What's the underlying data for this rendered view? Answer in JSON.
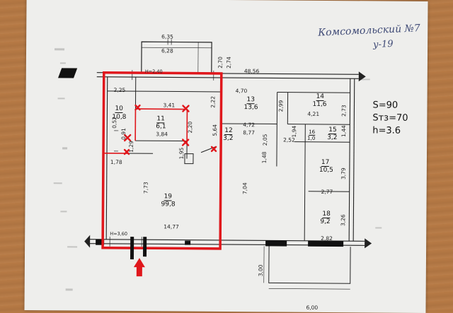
{
  "handwritten": {
    "line1": "Комсомольский №7",
    "line2": "у-19"
  },
  "stats": {
    "area": "S=90",
    "tz_area": "Sтз=70",
    "height": "h=3.6"
  },
  "rooms": [
    {
      "id": "r10",
      "number": "10",
      "area": "10,8"
    },
    {
      "id": "r11",
      "number": "11",
      "area": "6,1"
    },
    {
      "id": "r12",
      "number": "12",
      "area": "3,2"
    },
    {
      "id": "r13",
      "number": "13",
      "area": "13,6"
    },
    {
      "id": "r14",
      "number": "14",
      "area": "11,6"
    },
    {
      "id": "r15",
      "number": "15",
      "area": "3,2"
    },
    {
      "id": "r16",
      "number": "16",
      "area": "1,0"
    },
    {
      "id": "r17",
      "number": "17",
      "area": "10,5"
    },
    {
      "id": "r18",
      "number": "18",
      "area": "9,2"
    },
    {
      "id": "r19",
      "number": "19",
      "area": "99,8"
    }
  ],
  "dimensions": [
    "6,35",
    "6,28",
    "2,70",
    "2,74",
    "H=2,40",
    "48,56",
    "2,25",
    "4,70",
    "3,41",
    "2,22",
    "2,99",
    "4,21",
    "2,73",
    "0,52",
    "2,20",
    "3,84",
    "5,64",
    "4,72",
    "8,77",
    "1,94",
    "1,44",
    "2,52",
    "2,05",
    "1,29",
    "0,91",
    "1,78",
    "1,95",
    "1,48",
    "7,73",
    "7,04",
    "3,79",
    "2,77",
    "3,26",
    "14,77",
    "2,82",
    "H=3,60",
    "3,00",
    "6,00"
  ],
  "colors": {
    "highlight": "#e0171c",
    "marker": "#e0171c",
    "paper": "#eeeeec",
    "ink": "#222222",
    "pen": "#3f4a76"
  },
  "icons": {
    "entrance_arrow": "up-arrow-icon",
    "demolish_marks": "x-mark-icon"
  }
}
